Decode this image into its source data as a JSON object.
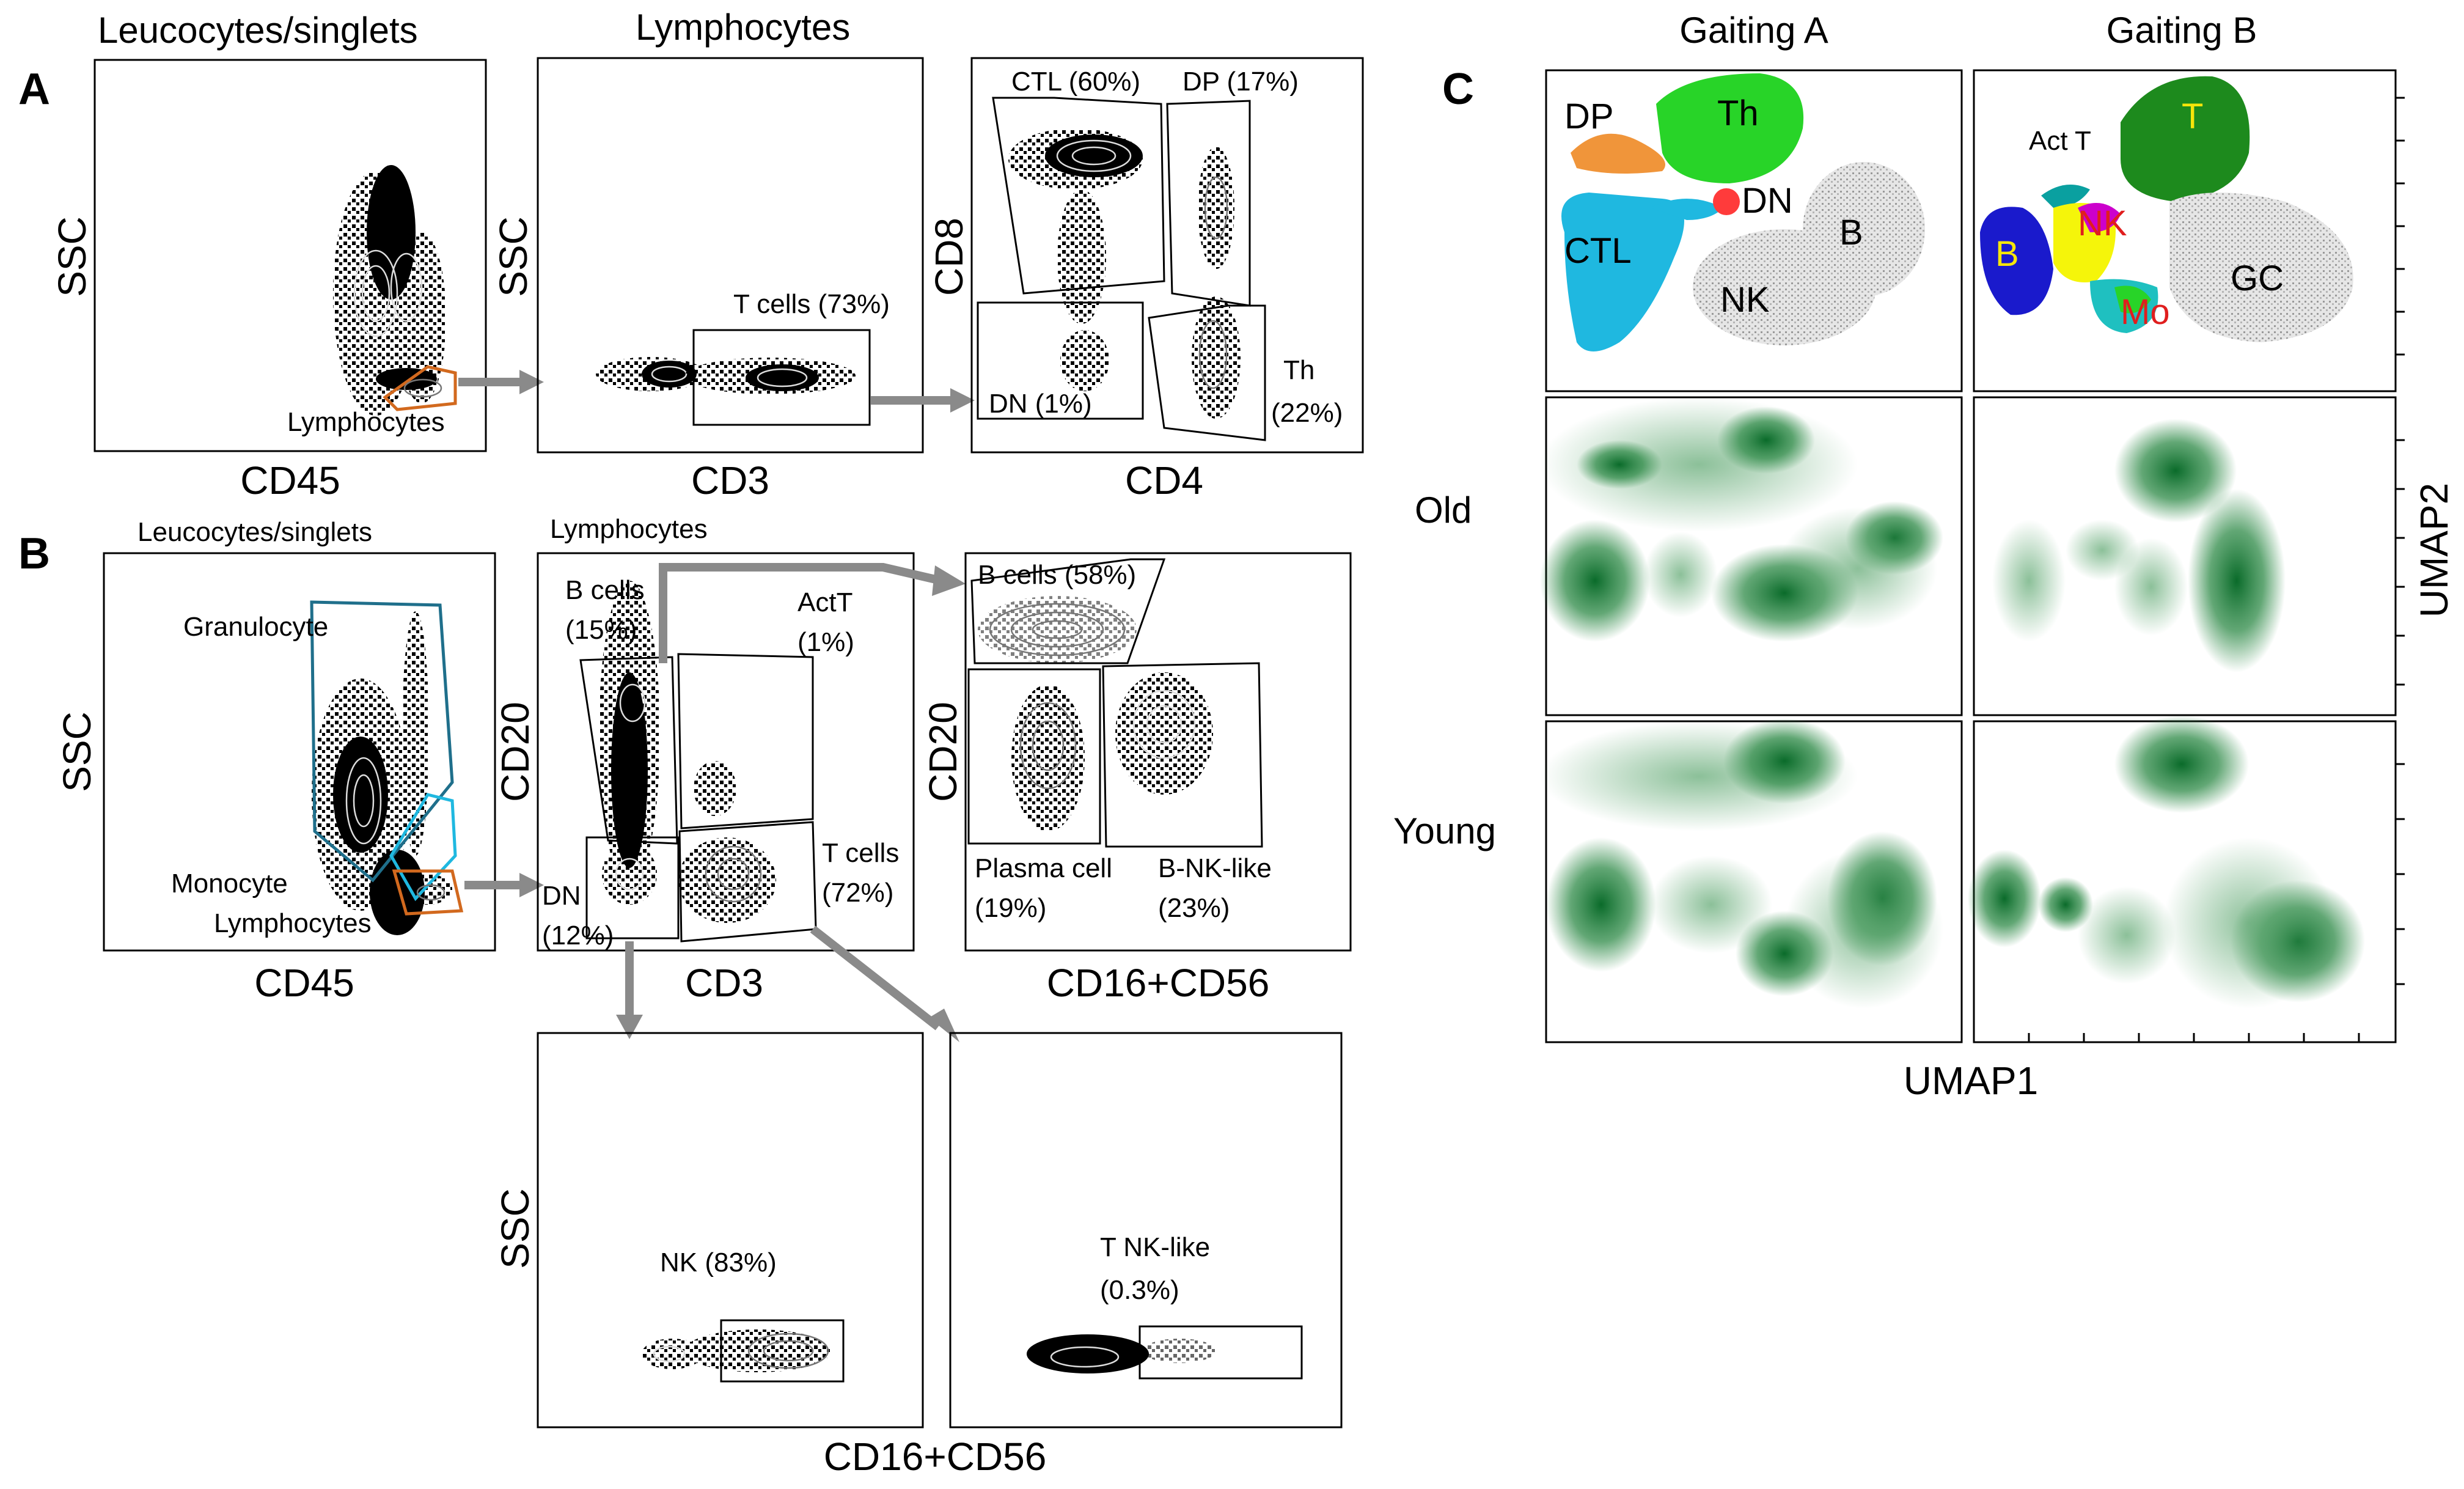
{
  "panels": {
    "A": {
      "letter": "A",
      "plot1": {
        "title": "Leucocytes/singlets",
        "xlabel": "CD45",
        "ylabel": "SSC",
        "gate": "Lymphocytes"
      },
      "plot2": {
        "title": "Lymphocytes",
        "xlabel": "CD3",
        "ylabel": "SSC",
        "gate": "T cells (73%)"
      },
      "plot3": {
        "xlabel": "CD4",
        "ylabel": "CD8",
        "gates": [
          "CTL (60%)",
          "DP (17%)",
          "DN (1%)",
          "Th",
          "(22%)"
        ]
      }
    },
    "B": {
      "letter": "B",
      "plot1": {
        "title": "Leucocytes/singlets",
        "xlabel": "CD45",
        "ylabel": "SSC",
        "gates": [
          "Granulocyte",
          "Monocyte",
          "Lymphocytes"
        ]
      },
      "plot2": {
        "title": "Lymphocytes",
        "xlabel": "CD3",
        "ylabel": "CD20",
        "gates": [
          "B cells",
          "(15%)",
          "ActT",
          "(1%)",
          "T cells",
          "(72%)",
          "DN",
          "(12%)"
        ]
      },
      "plot3": {
        "xlabel": "CD16+CD56",
        "ylabel": "CD20",
        "gates": [
          "B cells (58%)",
          "Plasma cell",
          "(19%)",
          "B-NK-like",
          "(23%)"
        ]
      },
      "plot4": {
        "ylabel": "SSC",
        "gate": "NK (83%)"
      },
      "plot5": {
        "gates": [
          "T NK-like",
          "(0.3%)"
        ]
      },
      "shared_xlabel": "CD16+CD56"
    },
    "C": {
      "letter": "C",
      "col_titles": [
        "Gaiting A",
        "Gaiting B"
      ],
      "row_labels": [
        "Old",
        "Young"
      ],
      "xlabel": "UMAP1",
      "ylabel": "UMAP2",
      "clustersA": [
        "DP",
        "Th",
        "DN",
        "CTL",
        "B",
        "NK"
      ],
      "clustersB": [
        "Act T",
        "T",
        "NK",
        "B",
        "GC",
        "Mo"
      ]
    }
  },
  "colors": {
    "arrow": "#8a8a8a",
    "gate_orange": "#d2691e",
    "gate_blue": "#1f6f8b",
    "density_green": "#0a6b2a",
    "cyan": "#1fb8e0",
    "lime": "#28d428",
    "orange": "#f0953a",
    "grey": "#c0c0c0"
  }
}
